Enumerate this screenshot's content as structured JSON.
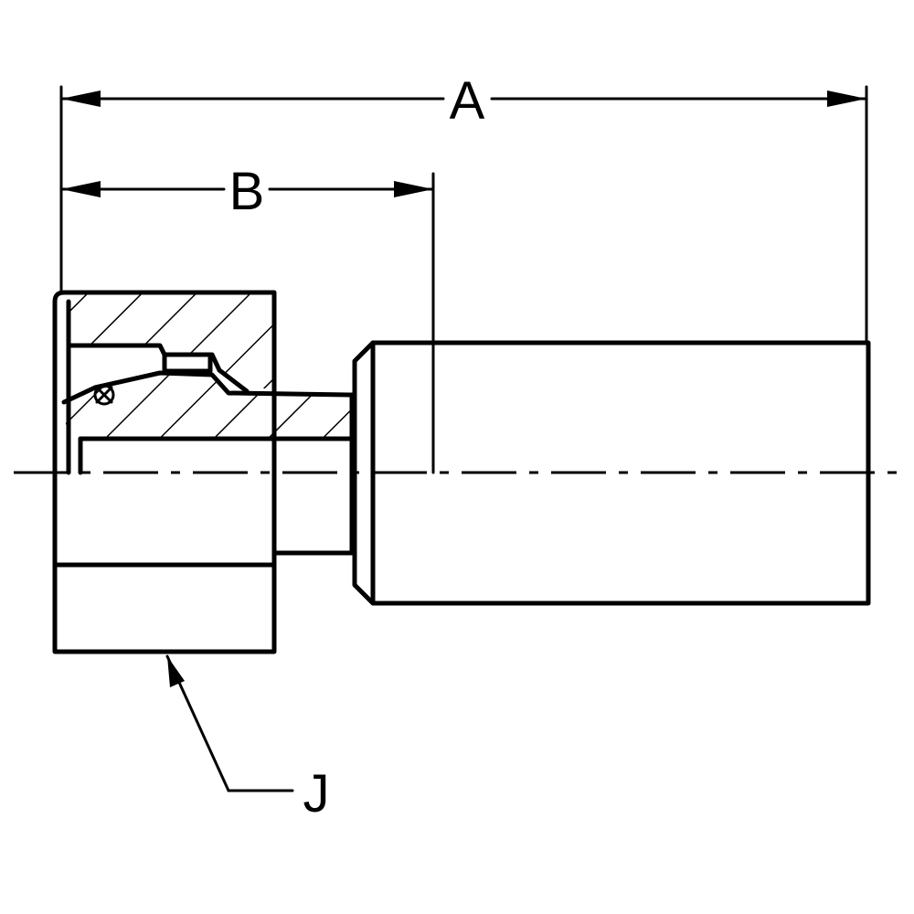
{
  "dimensions": {
    "a_label": "A",
    "b_label": "B",
    "j_label": "J"
  }
}
